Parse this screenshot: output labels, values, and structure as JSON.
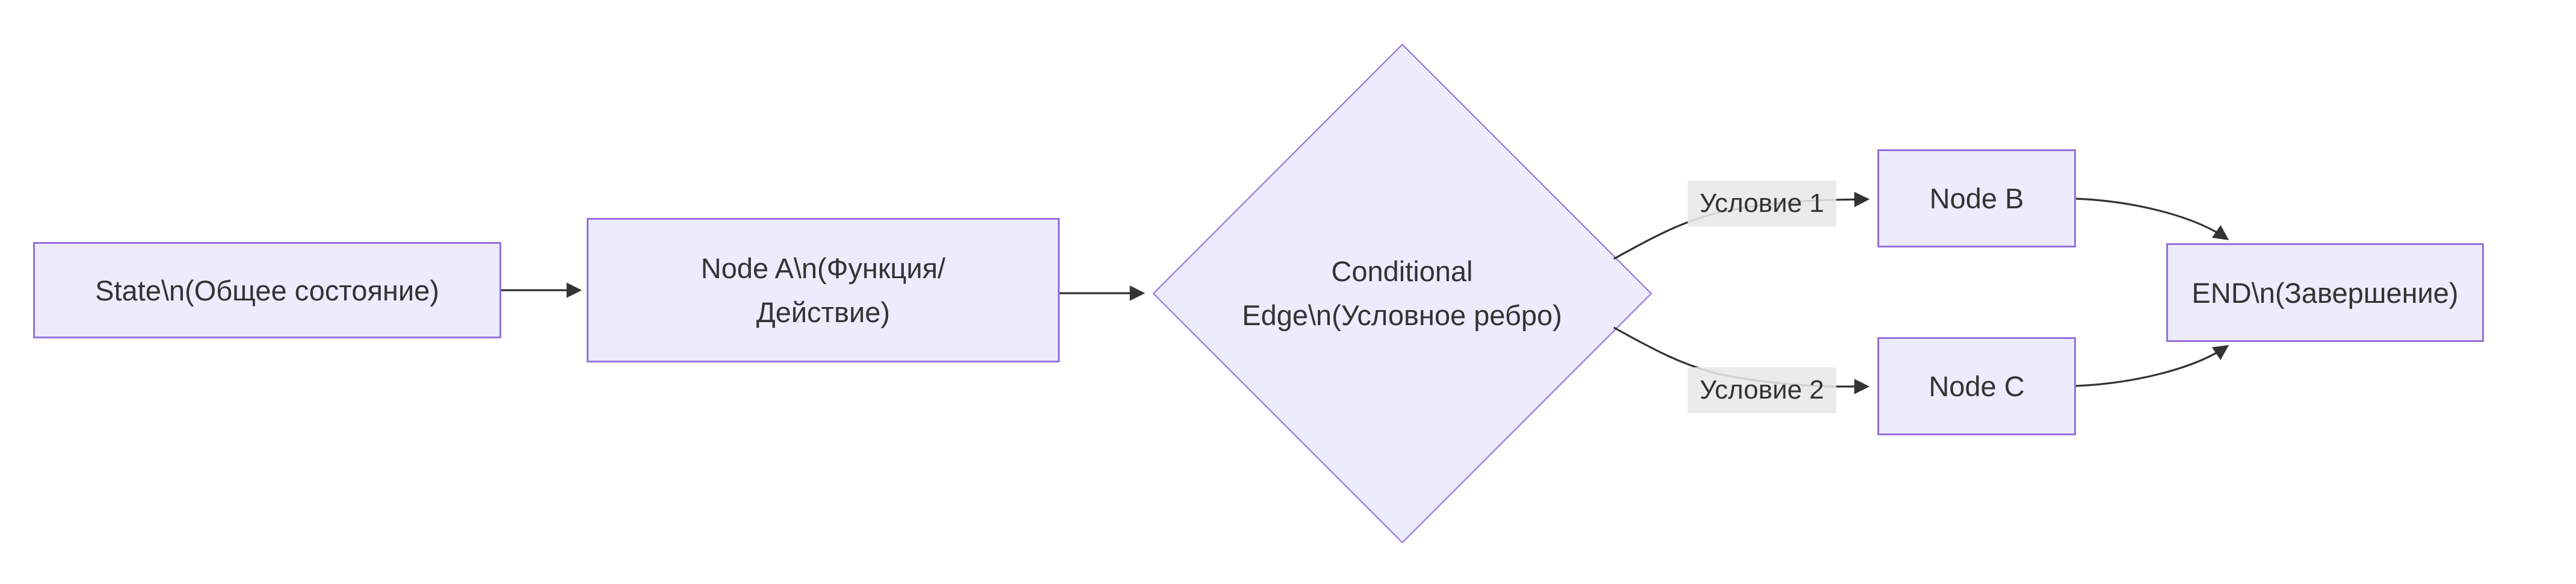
{
  "diagram": {
    "type": "flowchart",
    "direction": "left-to-right",
    "colors": {
      "node_fill": "#ECECFF",
      "node_border": "#9370DB",
      "edge": "#333333",
      "edge_label_bg": "#e8e8e8",
      "text": "#333333"
    },
    "nodes": {
      "state": {
        "label": "State\\n(Общее состояние)",
        "shape": "rect"
      },
      "node_a": {
        "line1": "Node A\\n(Функция/",
        "line2": "Действие)",
        "shape": "rect"
      },
      "conditional": {
        "line1": "Conditional",
        "line2": "Edge\\n(Условное ребро)",
        "shape": "diamond"
      },
      "node_b": {
        "label": "Node B",
        "shape": "rect"
      },
      "node_c": {
        "label": "Node C",
        "shape": "rect"
      },
      "end": {
        "label": "END\\n(Завершение)",
        "shape": "rect"
      }
    },
    "edges": [
      {
        "from": "state",
        "to": "node_a",
        "label": ""
      },
      {
        "from": "node_a",
        "to": "conditional",
        "label": ""
      },
      {
        "from": "conditional",
        "to": "node_b",
        "label": "Условие 1"
      },
      {
        "from": "conditional",
        "to": "node_c",
        "label": "Условие 2"
      },
      {
        "from": "node_b",
        "to": "end",
        "label": ""
      },
      {
        "from": "node_c",
        "to": "end",
        "label": ""
      }
    ],
    "edge_labels": {
      "condition1": "Условие 1",
      "condition2": "Условие 2"
    }
  }
}
